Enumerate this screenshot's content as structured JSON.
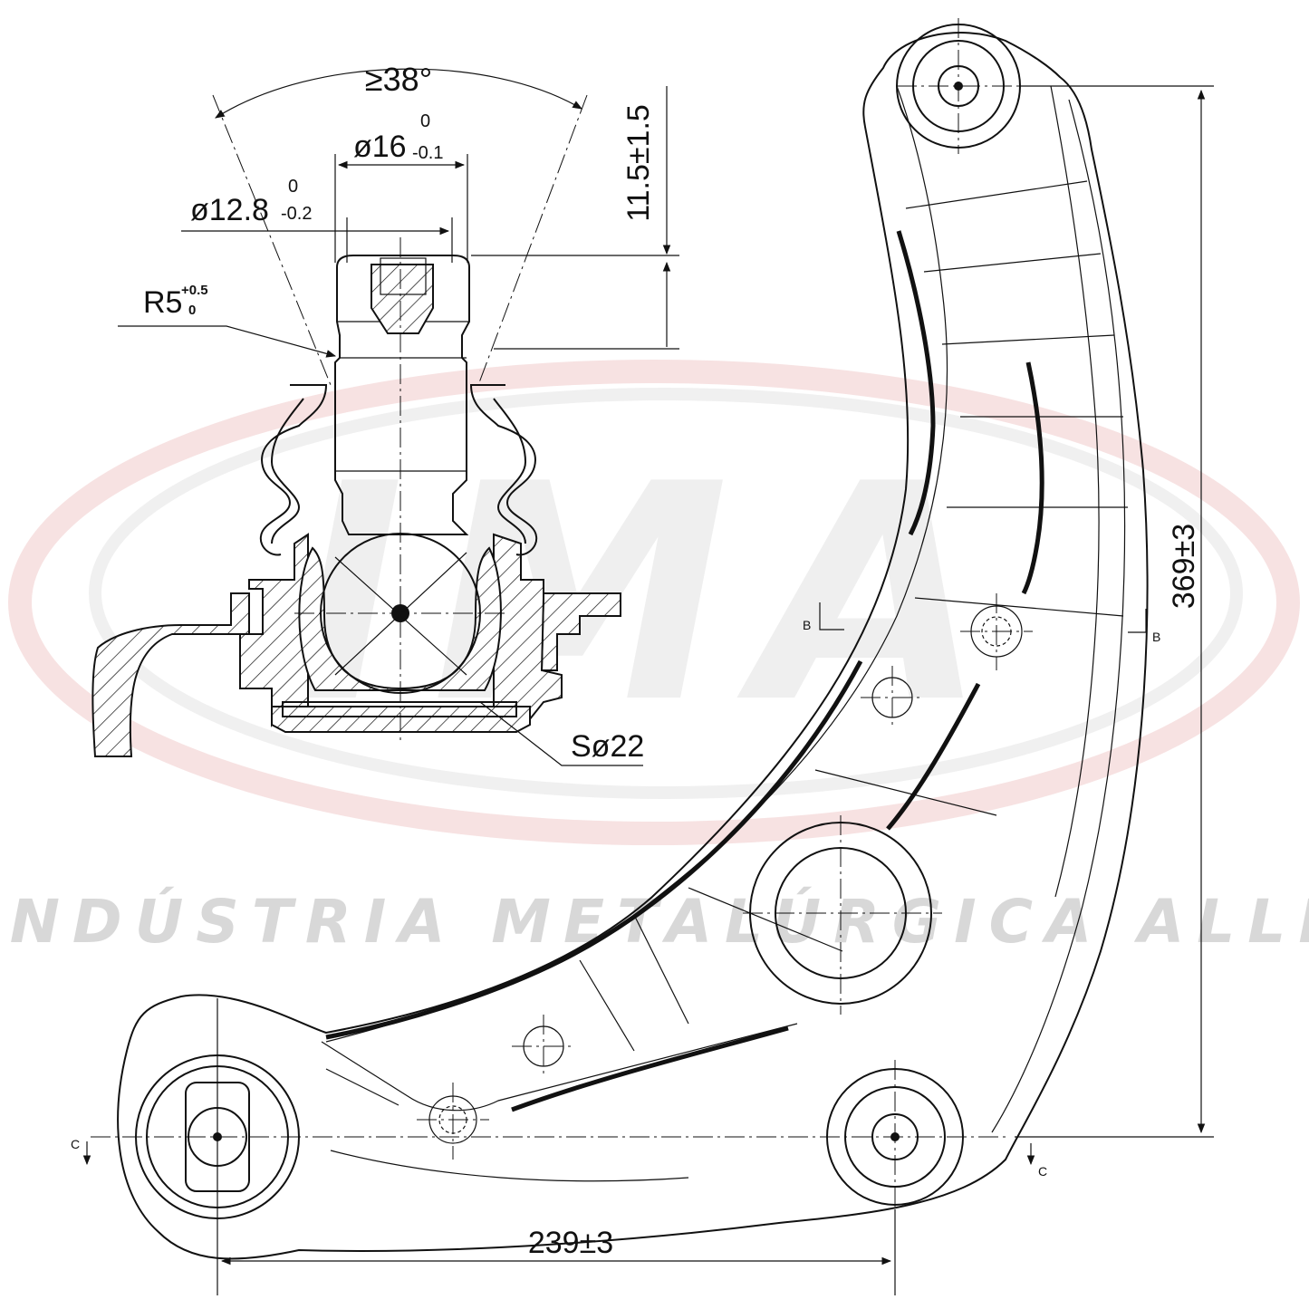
{
  "watermark": {
    "logo": "IMA",
    "tagline": "INDÚSTRIA METALÚRGICA ALLI",
    "ring_color": "#e8b4b4",
    "letter_color": "#d9d9d9"
  },
  "ball_joint": {
    "angle": "≥38°",
    "stud_diameter": {
      "base": "ø16",
      "upper_tol": "0",
      "lower_tol": "-0.1"
    },
    "taper_diameter": {
      "base": "ø12.8",
      "upper_tol": "0",
      "lower_tol": "-0.2"
    },
    "radius": {
      "base": "R5",
      "upper_tol": "+0.5",
      "lower_tol": "0"
    },
    "height": "11.5±1.5",
    "ball": "Sø22"
  },
  "control_arm": {
    "height": "369±3",
    "width": "239±3",
    "section_b_left": "B",
    "section_b_right": "B",
    "section_c_left": "C",
    "section_c_right": "C"
  },
  "colors": {
    "line": "#111111"
  }
}
